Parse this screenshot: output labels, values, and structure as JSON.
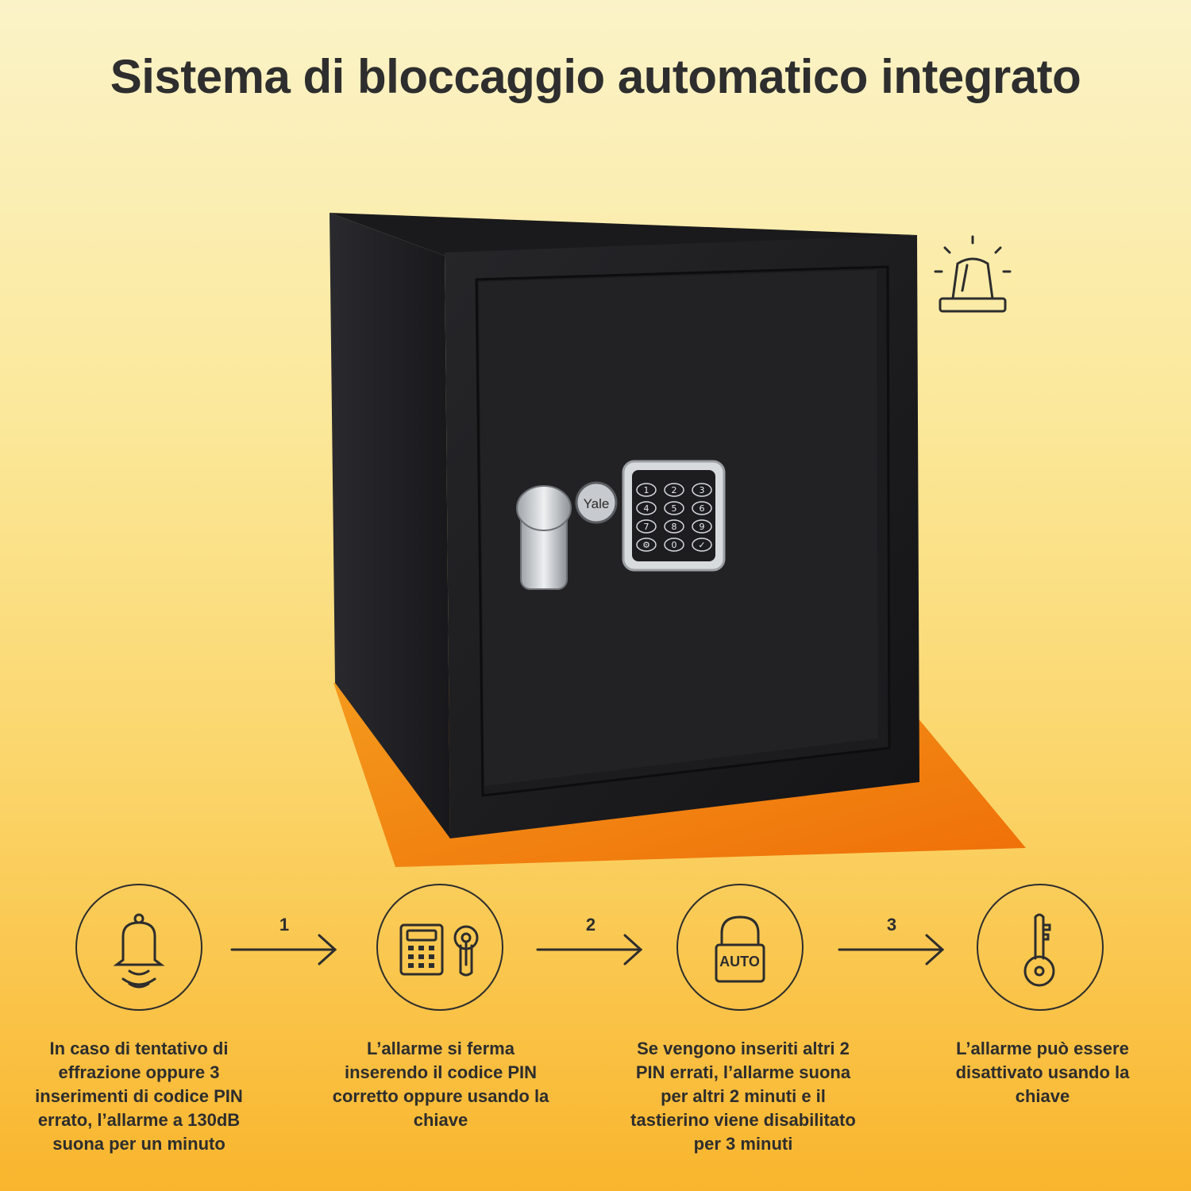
{
  "title": "Sistema di bloccaggio automatico integrato",
  "safe": {
    "brand": "Yale",
    "keypad": [
      "1",
      "2",
      "3",
      "4",
      "5",
      "6",
      "7",
      "8",
      "9",
      "⚙",
      "0",
      "✓"
    ]
  },
  "steps": {
    "arrow_1": "1",
    "arrow_2": "2",
    "arrow_3": "3",
    "lock_label": "AUTO",
    "captions": [
      "In caso di tentativo di effrazione oppure 3 inserimenti di codice PIN errato, l’allarme a 130dB suona per un minuto",
      "L’allarme si ferma inserendo il codice PIN corretto oppure usando la chiave",
      "Se vengono inseriti altri 2 PIN errati, l’allarme suona per altri 2 minuti e il tastierino viene disabilitato per 3 minuti",
      "L’allarme può essere disattivato usando la chiave"
    ]
  },
  "colors": {
    "accent_orange": "#f27d0c",
    "safe_body": "#1f1f22",
    "line": "#2d2d2d"
  },
  "icons": [
    "alarm-beacon-icon",
    "bell-icon",
    "keypad-icon",
    "keyhole-icon",
    "padlock-icon",
    "key-icon"
  ]
}
